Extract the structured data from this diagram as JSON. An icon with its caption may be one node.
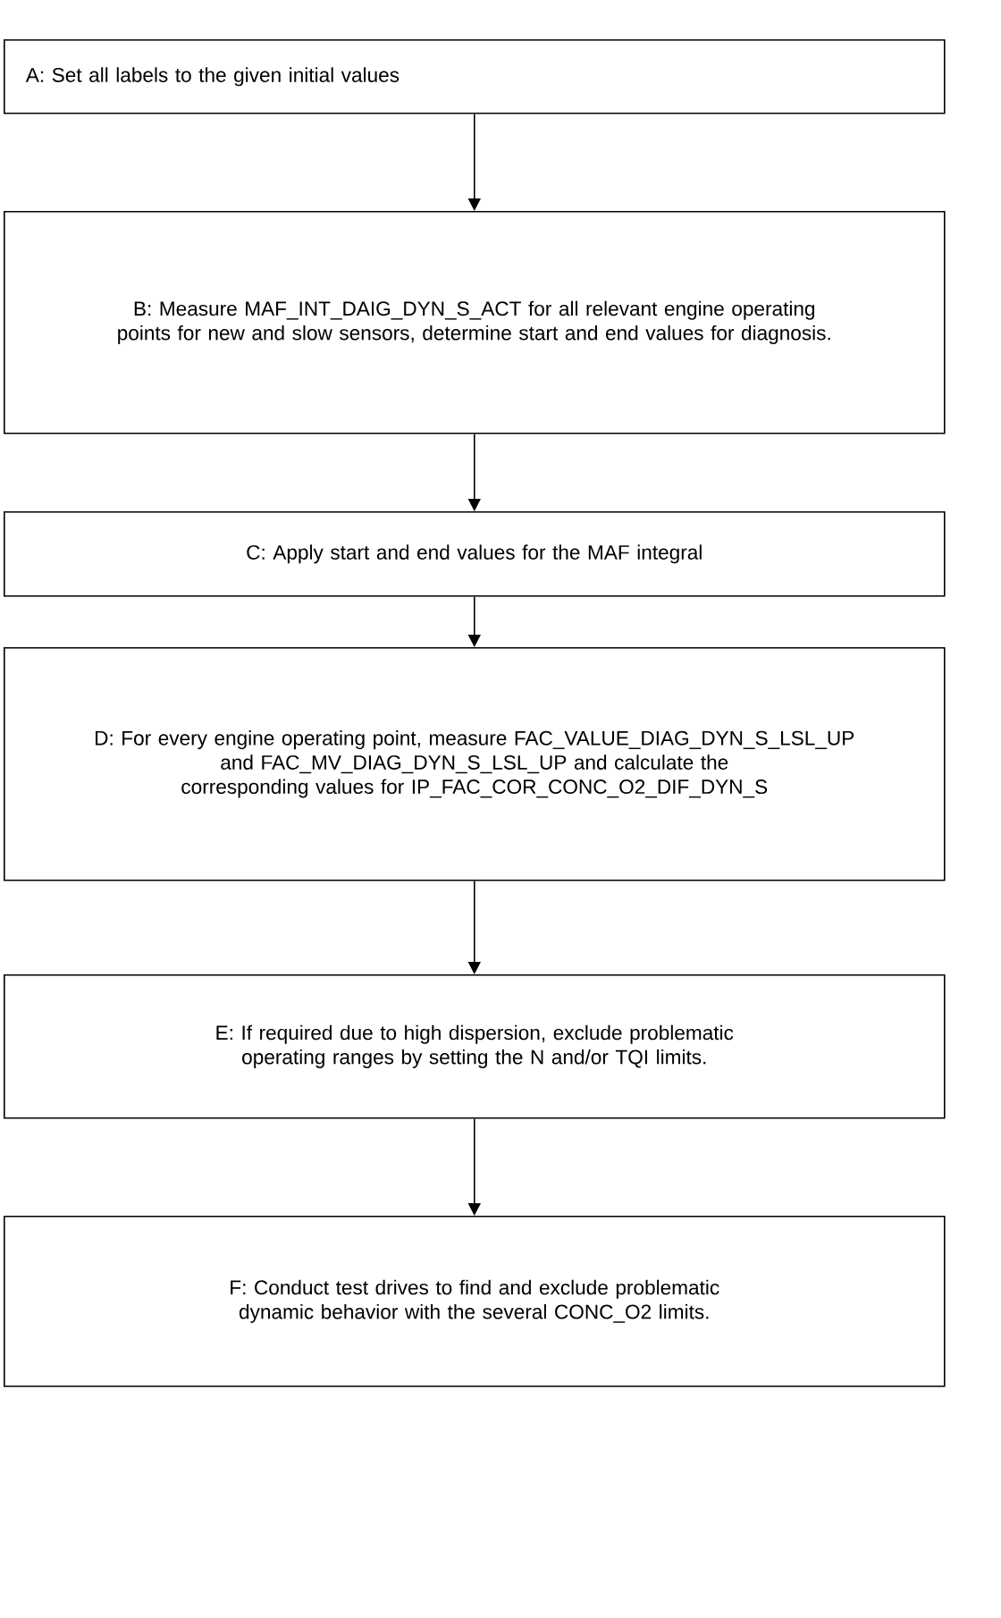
{
  "diagram": {
    "nodes": [
      {
        "text": [
          "A: Set all labels to the given initial values"
        ]
      },
      {
        "text": [
          "B: Measure MAF_INT_DAIG_DYN_S_ACT for all relevant engine operating points for new and slow sensors, determine start and end values for diagnosis."
        ]
      },
      {
        "text": [
          "C: Apply start and end values for the MAF integral"
        ]
      },
      {
        "text": [
          "D: For every engine operating point, measure FAC_VALUE_DIAG_DYN_S_LSL_UP and FAC_MV_DIAG_DYN_S_LSL_UP and calculate the corresponding values for IP_FAC_COR_CONC_O2_DIF_DYN_S"
        ]
      },
      {
        "text": [
          "E: If required due to high dispersion, exclude problematic operating ranges by setting the N and/or TQI limits."
        ]
      },
      {
        "text": [
          "F: Conduct test drives to find and exclude problematic dynamic behavior with the several CONC_O2 limits."
        ]
      }
    ],
    "edges": [
      {
        "from": 0,
        "to": 1,
        "arrow": "to"
      },
      {
        "from": 1,
        "to": 2,
        "arrow": "to"
      },
      {
        "from": 2,
        "to": 3,
        "arrow": "to"
      },
      {
        "from": 3,
        "to": 4,
        "arrow": "to"
      },
      {
        "from": 4,
        "to": 5,
        "arrow": "to"
      }
    ]
  }
}
